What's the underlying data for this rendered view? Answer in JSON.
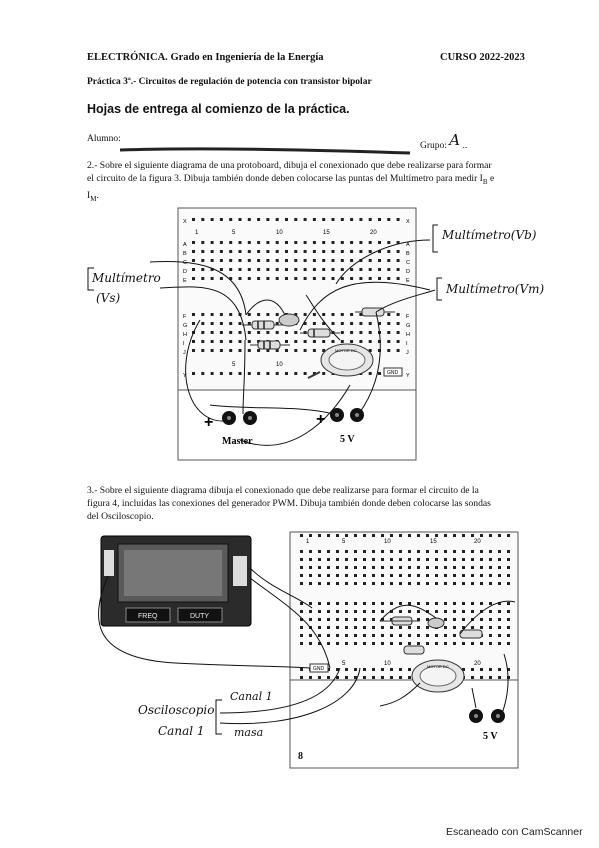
{
  "header": {
    "left_bold": "ELECTRÓNICA.",
    "left_rest": "Grado en Ingeniería de la Energía",
    "right": "CURSO 2022-2023"
  },
  "practice_title": "Práctica 3ª.- Circuitos de regulación de potencia con transistor bipolar",
  "section_title": "Hojas de entrega al comienzo de la práctica.",
  "alumno_label": "Alumno:",
  "grupo_label": "Grupo:",
  "grupo_value": "A",
  "question2": {
    "line1": "2.- Sobre el siguiente diagrama de una protoboard, dibuja el conexionado que debe realizarse para formar",
    "line2": "el circuito de la figura 3. Dibuja también donde deben colocarse las puntas del Multímetro para medir I",
    "sub_b": "B",
    "e": " e",
    "line3_i": "I",
    "sub_m": "M",
    "dot": "."
  },
  "board1": {
    "col_numbers": [
      "1",
      "5",
      "10",
      "15",
      "20"
    ],
    "row_letters_top": [
      "A",
      "B",
      "C",
      "D",
      "E"
    ],
    "row_letters_bottom": [
      "F",
      "G",
      "H",
      "I",
      "J"
    ],
    "edge_letters": [
      "X",
      "Y"
    ],
    "lower_numbers": [
      "5",
      "10"
    ],
    "motor_label": "MOTOR DC",
    "gnd_label": "GND",
    "plus1": "+",
    "plus2": "+",
    "master_label": "Master",
    "v5_label": "5 V"
  },
  "handwritten1": {
    "multimetro_vs_line1": "Multímetro",
    "multimetro_vs_line2": "(Vs)",
    "multimetro_vb": "Multímetro(Vb)",
    "multimetro_vm": "Multímetro(Vm)"
  },
  "question3": {
    "line1": "3.- Sobre el siguiente diagrama dibuja el conexionado que debe realizarse para formar el circuito de la",
    "line2": "figura 4, incluidas las conexiones del generador PWM. Dibuja también donde deben colocarse las sondas",
    "line3": "del Osciloscopio."
  },
  "board2": {
    "col_numbers": [
      "1",
      "5",
      "10",
      "15",
      "20"
    ],
    "lower_numbers": [
      "5",
      "10",
      "20"
    ],
    "freq_label": "FREQ",
    "duty_label": "DUTY",
    "motor_label": "MOTOR DC",
    "gnd_label": "GND",
    "v5_label": "5 V"
  },
  "handwritten2": {
    "osciloscopio": "Osciloscopio",
    "canal1_a": "Canal 1",
    "canal1_b": "Canal 1",
    "masa": "masa"
  },
  "page_number": "8",
  "watermark": "Escaneado con CamScanner"
}
